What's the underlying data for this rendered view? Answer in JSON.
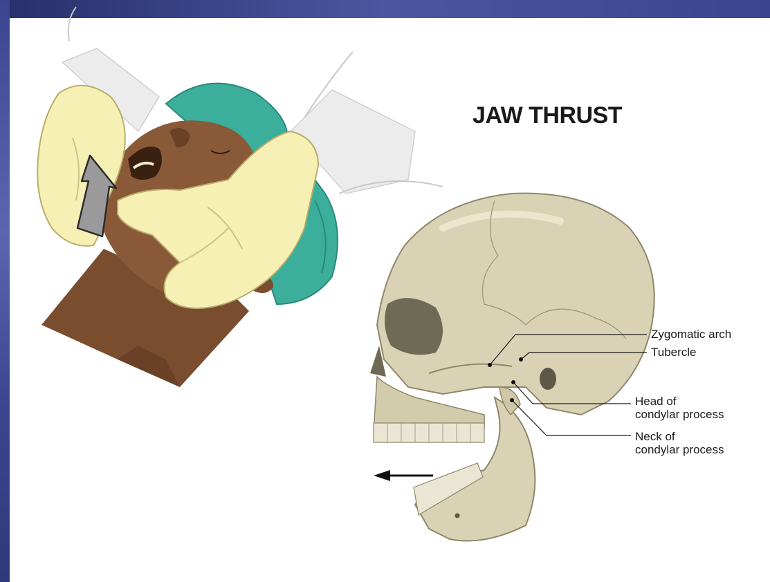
{
  "diagram": {
    "title": "JAW THRUST",
    "labels": {
      "zygomatic_arch": "Zygomatic arch",
      "tubercle": "Tubercle",
      "head_line1": "Head of",
      "head_line2": "condylar process",
      "neck_line1": "Neck of",
      "neck_line2": "condylar process"
    },
    "colors": {
      "background_frame": "#2f3a7a",
      "panel": "#ffffff",
      "glove": "#f7f0b4",
      "skin": "#8a5a38",
      "cap": "#3cae9c",
      "bone": "#d9d2b4",
      "arrow_gray": "#9a9a9a"
    }
  }
}
